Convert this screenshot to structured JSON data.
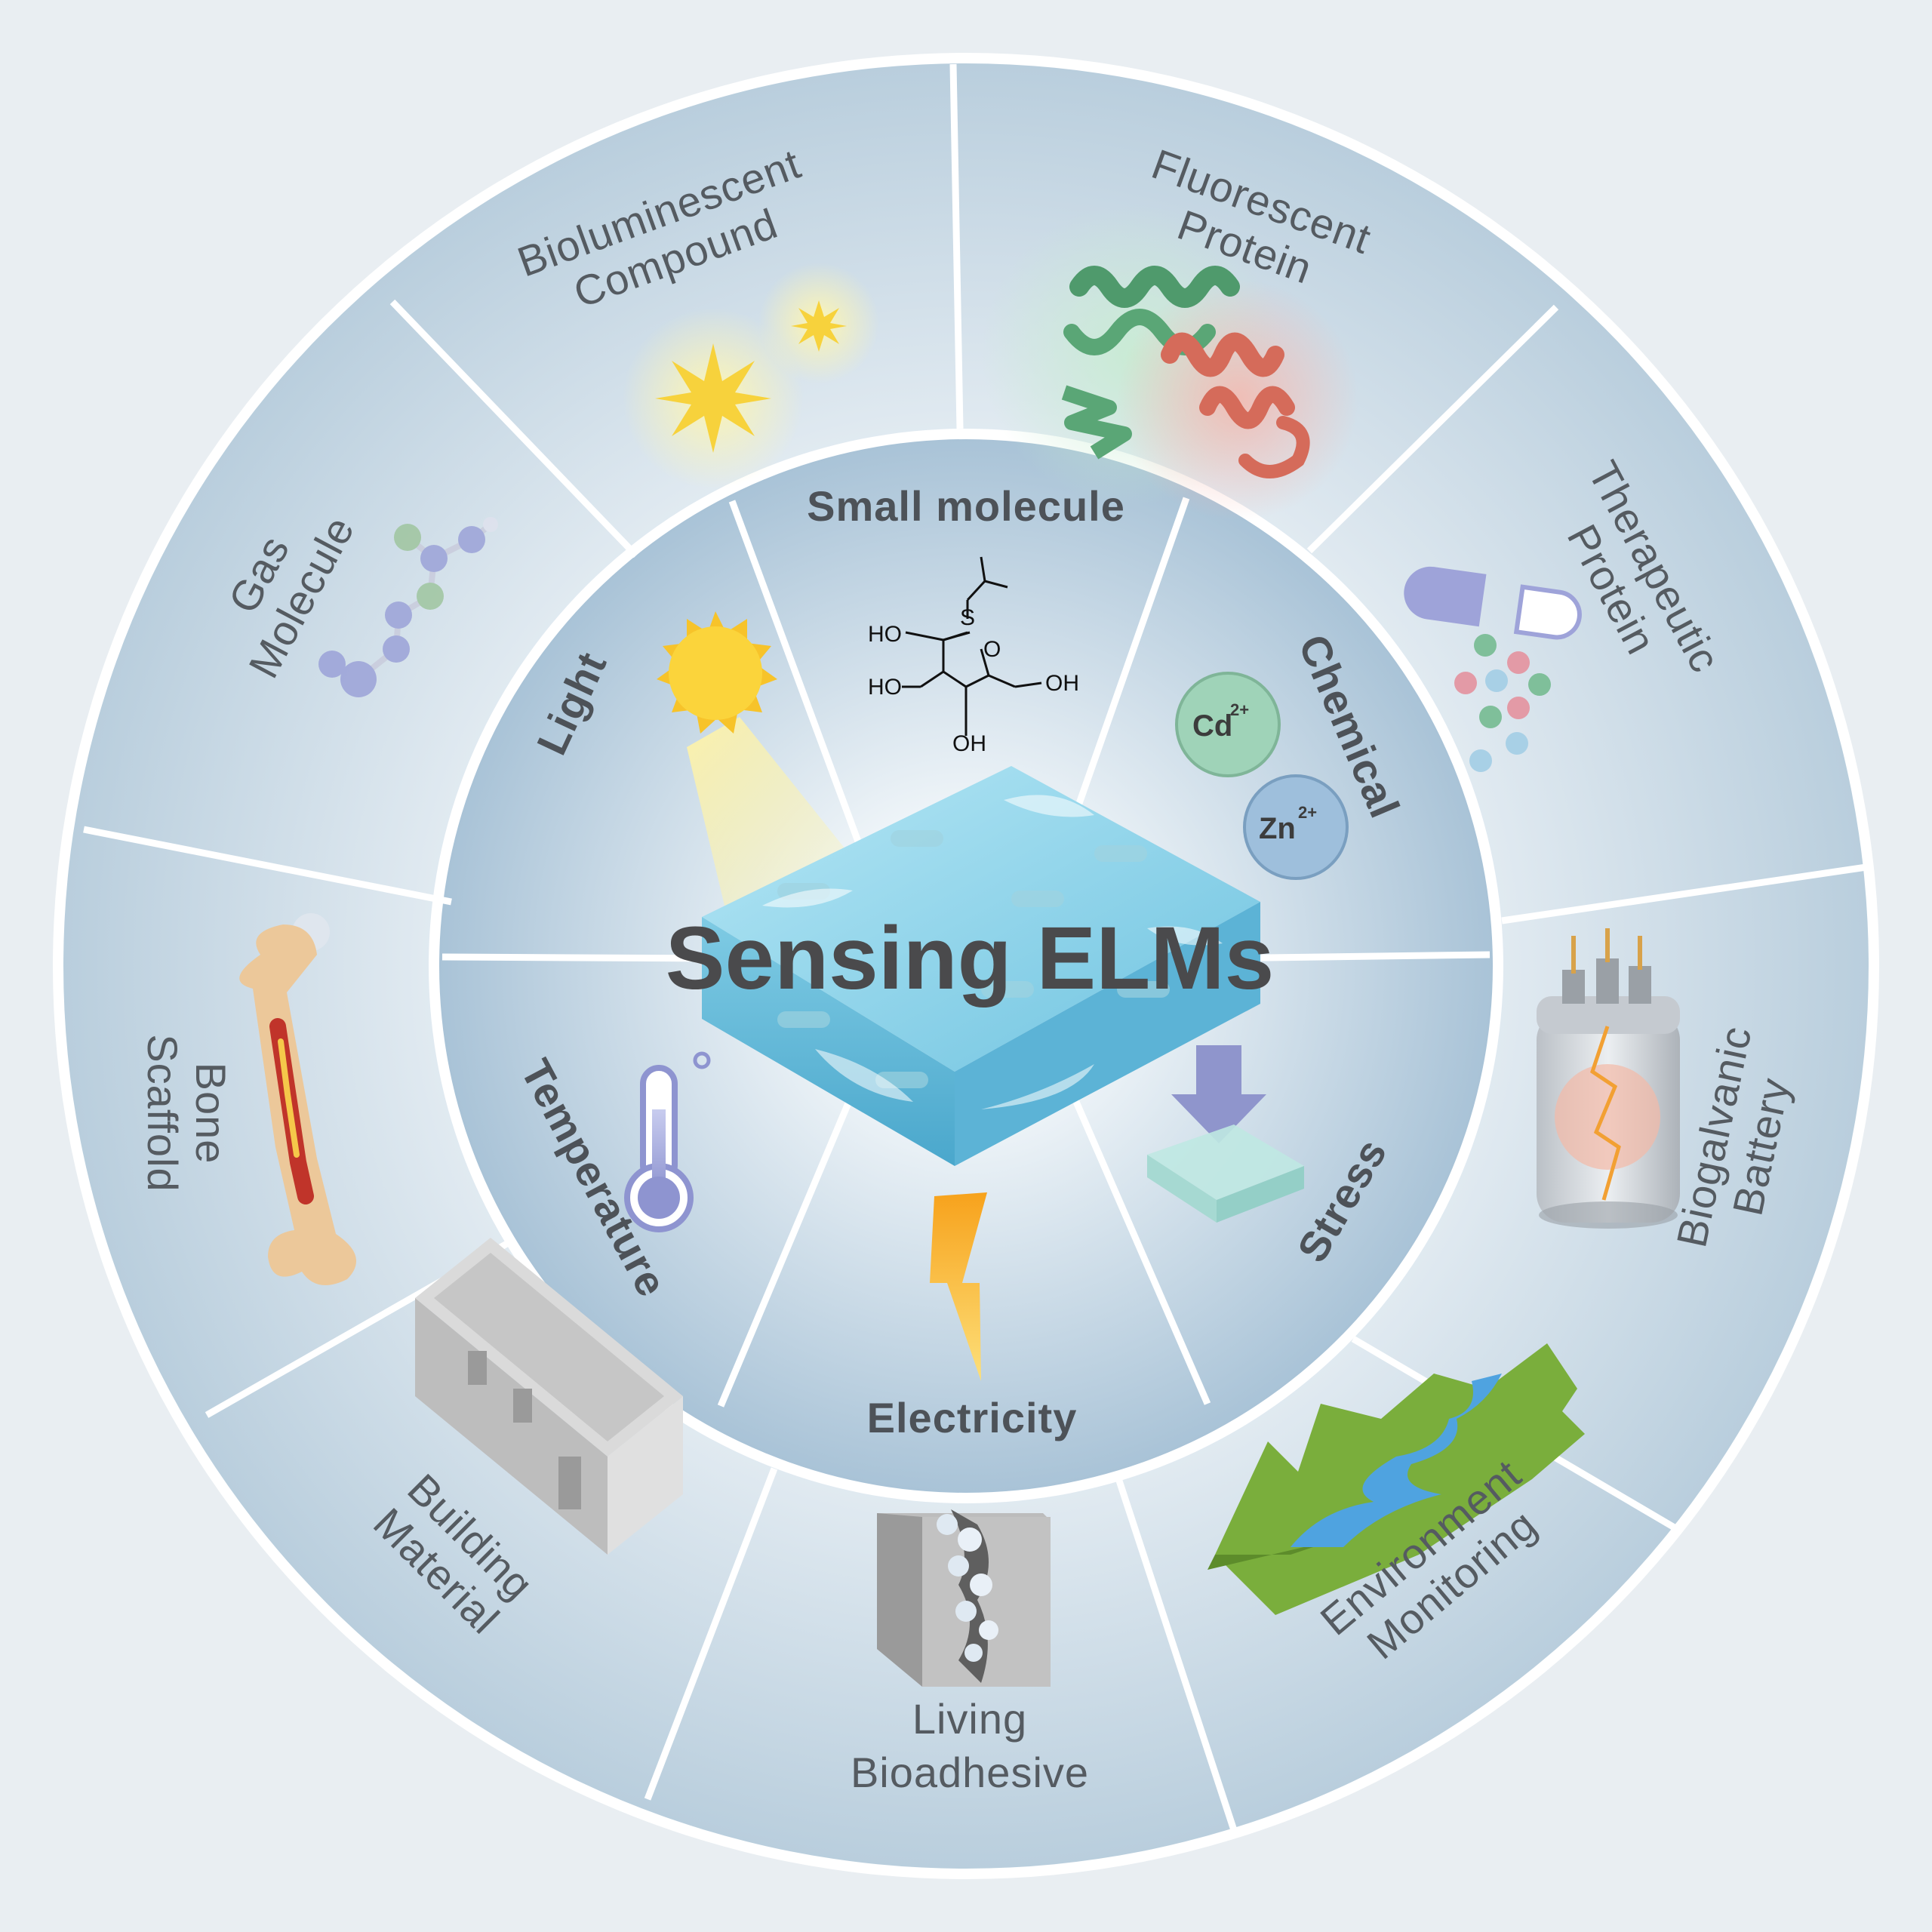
{
  "center_title": "Sensing ELMs",
  "inner_ring": {
    "small_molecule": "Small molecule",
    "chemical": "Chemical",
    "stress": "Stress",
    "electricity": "Electricity",
    "temperature": "Temperature",
    "light": "Light"
  },
  "outer_ring": {
    "fluorescent_protein": [
      "Fluorescent",
      "Protein"
    ],
    "therapeutic_protein": [
      "Therapeutic",
      "Protein"
    ],
    "biogalvanic_battery": [
      "Biogalvanic",
      "Battery"
    ],
    "environment_monitoring": [
      "Environment",
      "Monitoring"
    ],
    "living_bioadhesive": [
      "Living",
      "Bioadhesive"
    ],
    "building_material": [
      "Building",
      "Material"
    ],
    "bone_scaffold": [
      "Bone",
      "Scaffold"
    ],
    "gas_molecule": [
      "Gas",
      "Molecule"
    ],
    "bioluminescent_compound": [
      "Bioluminescent",
      "Compound"
    ]
  },
  "chem_labels": {
    "s": "S",
    "o": "O",
    "ho_top": "HO",
    "ho_bottom": "HO",
    "oh_right": "OH",
    "oh_bottom": "OH"
  },
  "ions": {
    "cd": "Cd",
    "cd_charge": "2+",
    "zn": "Zn",
    "zn_charge": "2+"
  },
  "colors": {
    "background": "#e9eef2",
    "ring_fill": "#c9d9e5",
    "divider": "#ffffff",
    "hydrogel": "#8fd3ea",
    "arrow": "#8f95cc",
    "lightning": "#f7b21c"
  }
}
